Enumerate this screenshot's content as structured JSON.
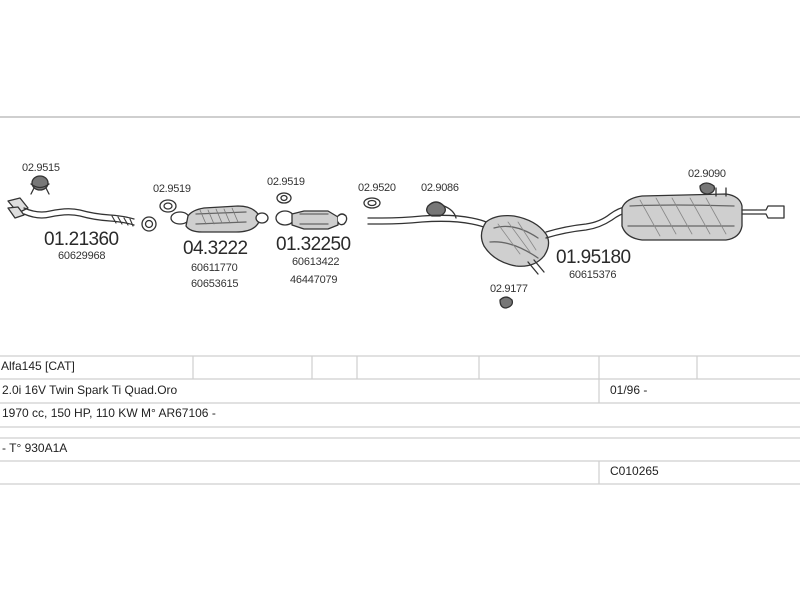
{
  "parts": {
    "clamp1": "02.9515",
    "pipe1": "01.21360",
    "pipe1_oe": "60629968",
    "gasket1": "02.9519",
    "cat": "04.3222",
    "cat_oe1": "60611770",
    "cat_oe2": "60653615",
    "gasket2": "02.9519",
    "pipe2": "01.32250",
    "pipe2_oe1": "60613422",
    "pipe2_oe2": "46447079",
    "ring": "02.9520",
    "hanger1": "02.9086",
    "hanger2": "02.9177",
    "muffler": "01.95180",
    "muffler_oe": "60615376",
    "hanger3": "02.9090"
  },
  "table": {
    "model": "Alfa145  [CAT]",
    "engine": "2.0i 16V Twin Spark Ti Quad.Oro",
    "date": "01/96 -",
    "specs": "1970 cc, 150 HP, 110 KW M° AR67106 -",
    "type": "- T° 930A1A",
    "code": "C010265"
  }
}
